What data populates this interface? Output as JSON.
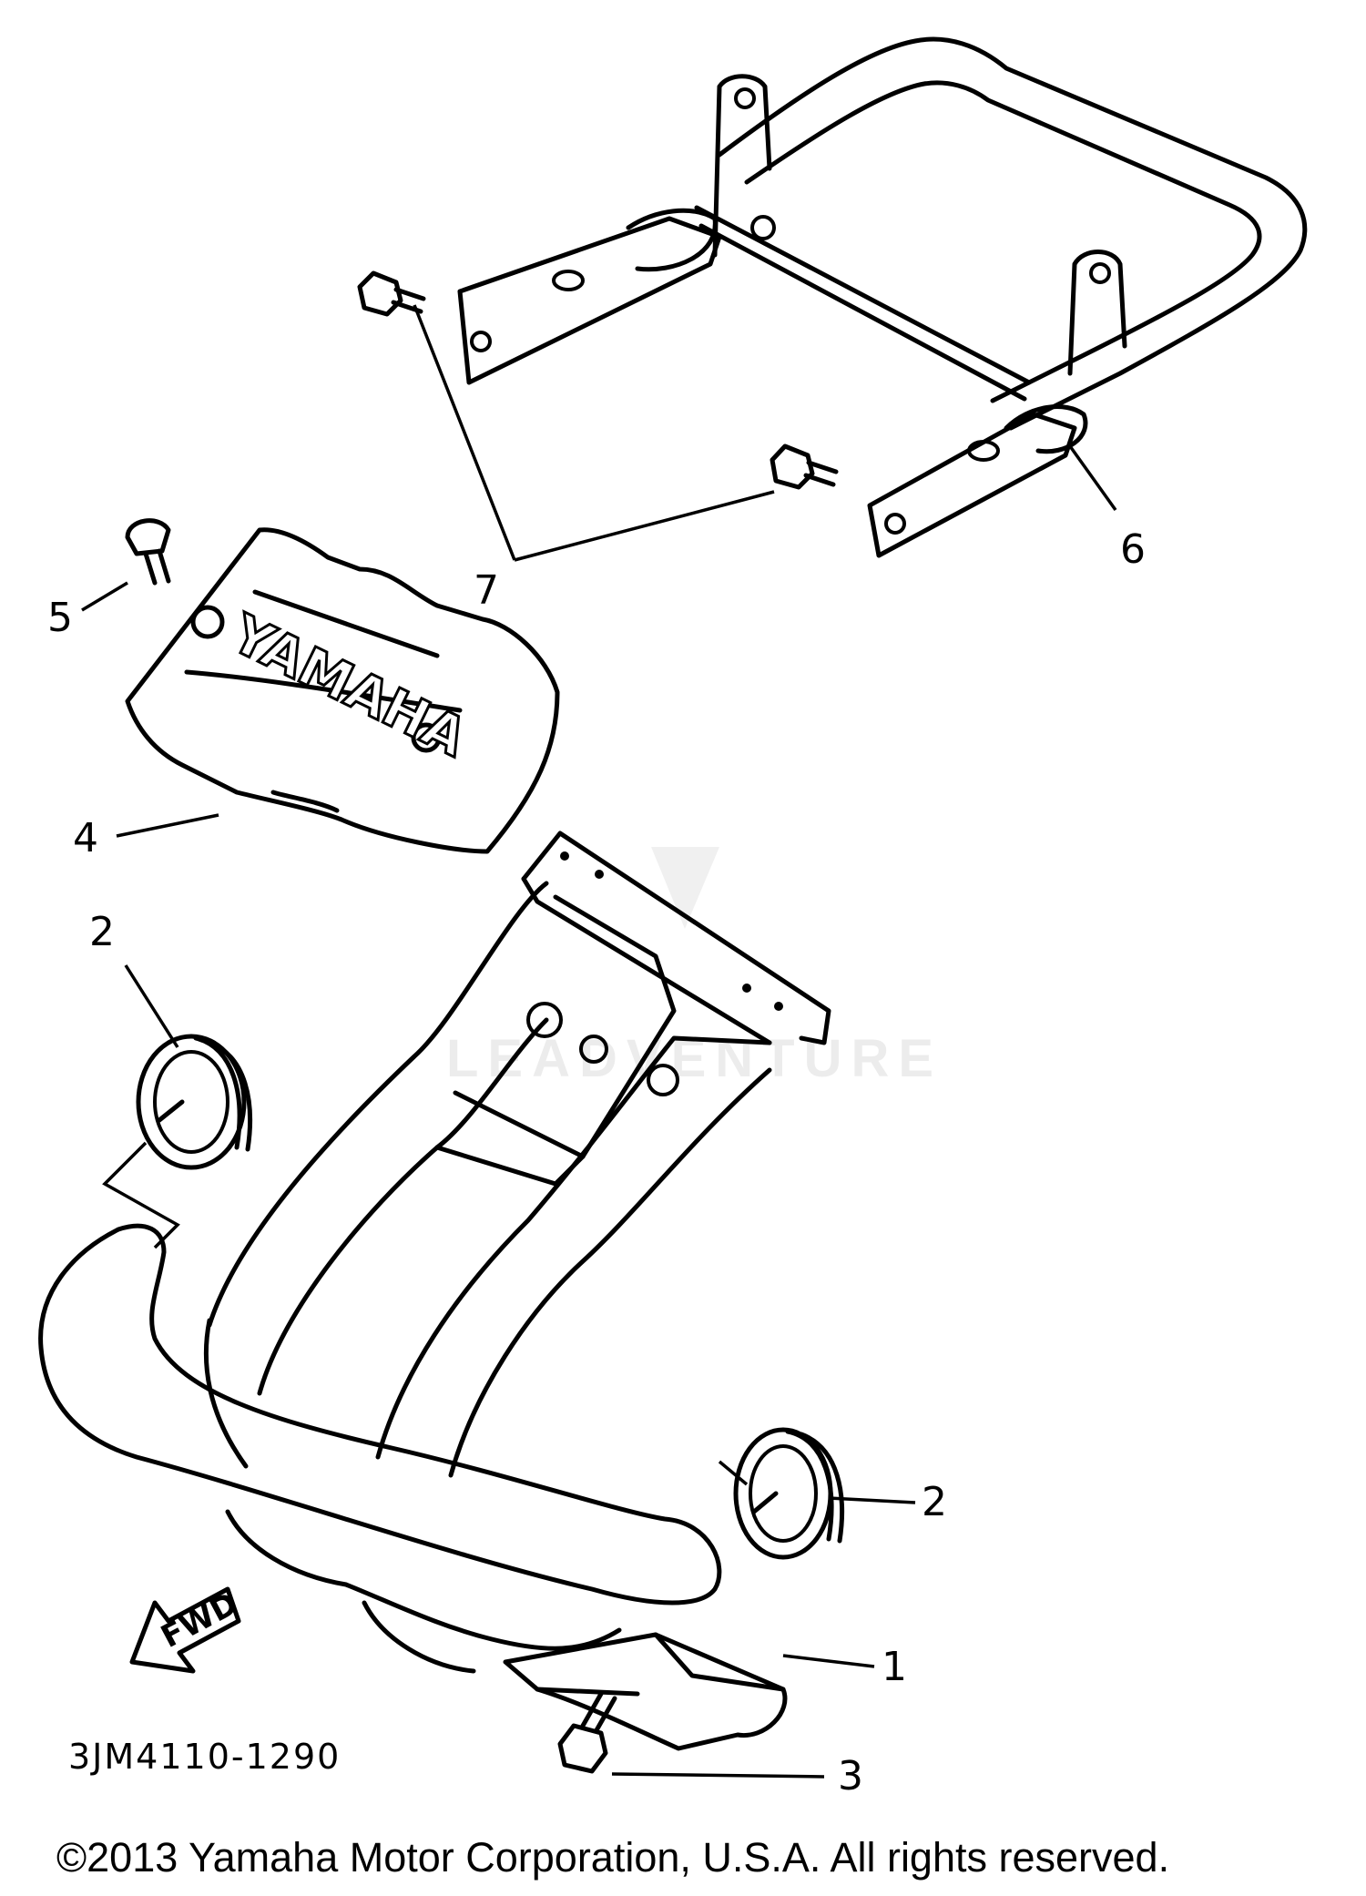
{
  "diagram": {
    "callouts": [
      {
        "id": "1",
        "text": "1"
      },
      {
        "id": "2a",
        "text": "2"
      },
      {
        "id": "2b",
        "text": "2"
      },
      {
        "id": "3",
        "text": "3"
      },
      {
        "id": "4",
        "text": "4"
      },
      {
        "id": "5",
        "text": "5"
      },
      {
        "id": "6",
        "text": "6"
      },
      {
        "id": "7",
        "text": "7"
      }
    ],
    "diagram_code": "3JM4110-1290",
    "cover_brand": "YAMAHA",
    "direction_arrow": "FWD",
    "watermark": "LEADVENTURE",
    "copyright": "©2013 Yamaha Motor Corporation, U.S.A. All rights reserved."
  }
}
